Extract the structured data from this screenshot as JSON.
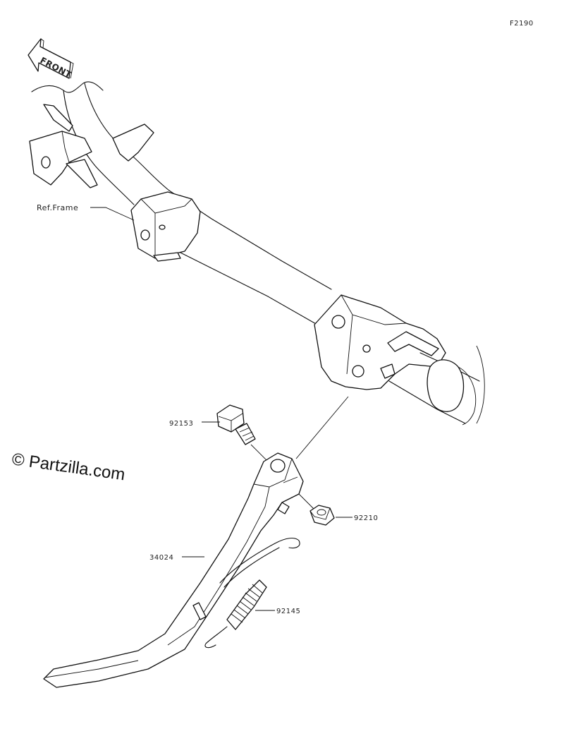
{
  "figure_code": "F2190",
  "front_arrow_label": "FRONT",
  "frame_label": "Ref.Frame",
  "watermark": "© Partzilla.com",
  "parts": [
    {
      "number": "92153"
    },
    {
      "number": "92210"
    },
    {
      "number": "34024"
    },
    {
      "number": "92145"
    }
  ]
}
